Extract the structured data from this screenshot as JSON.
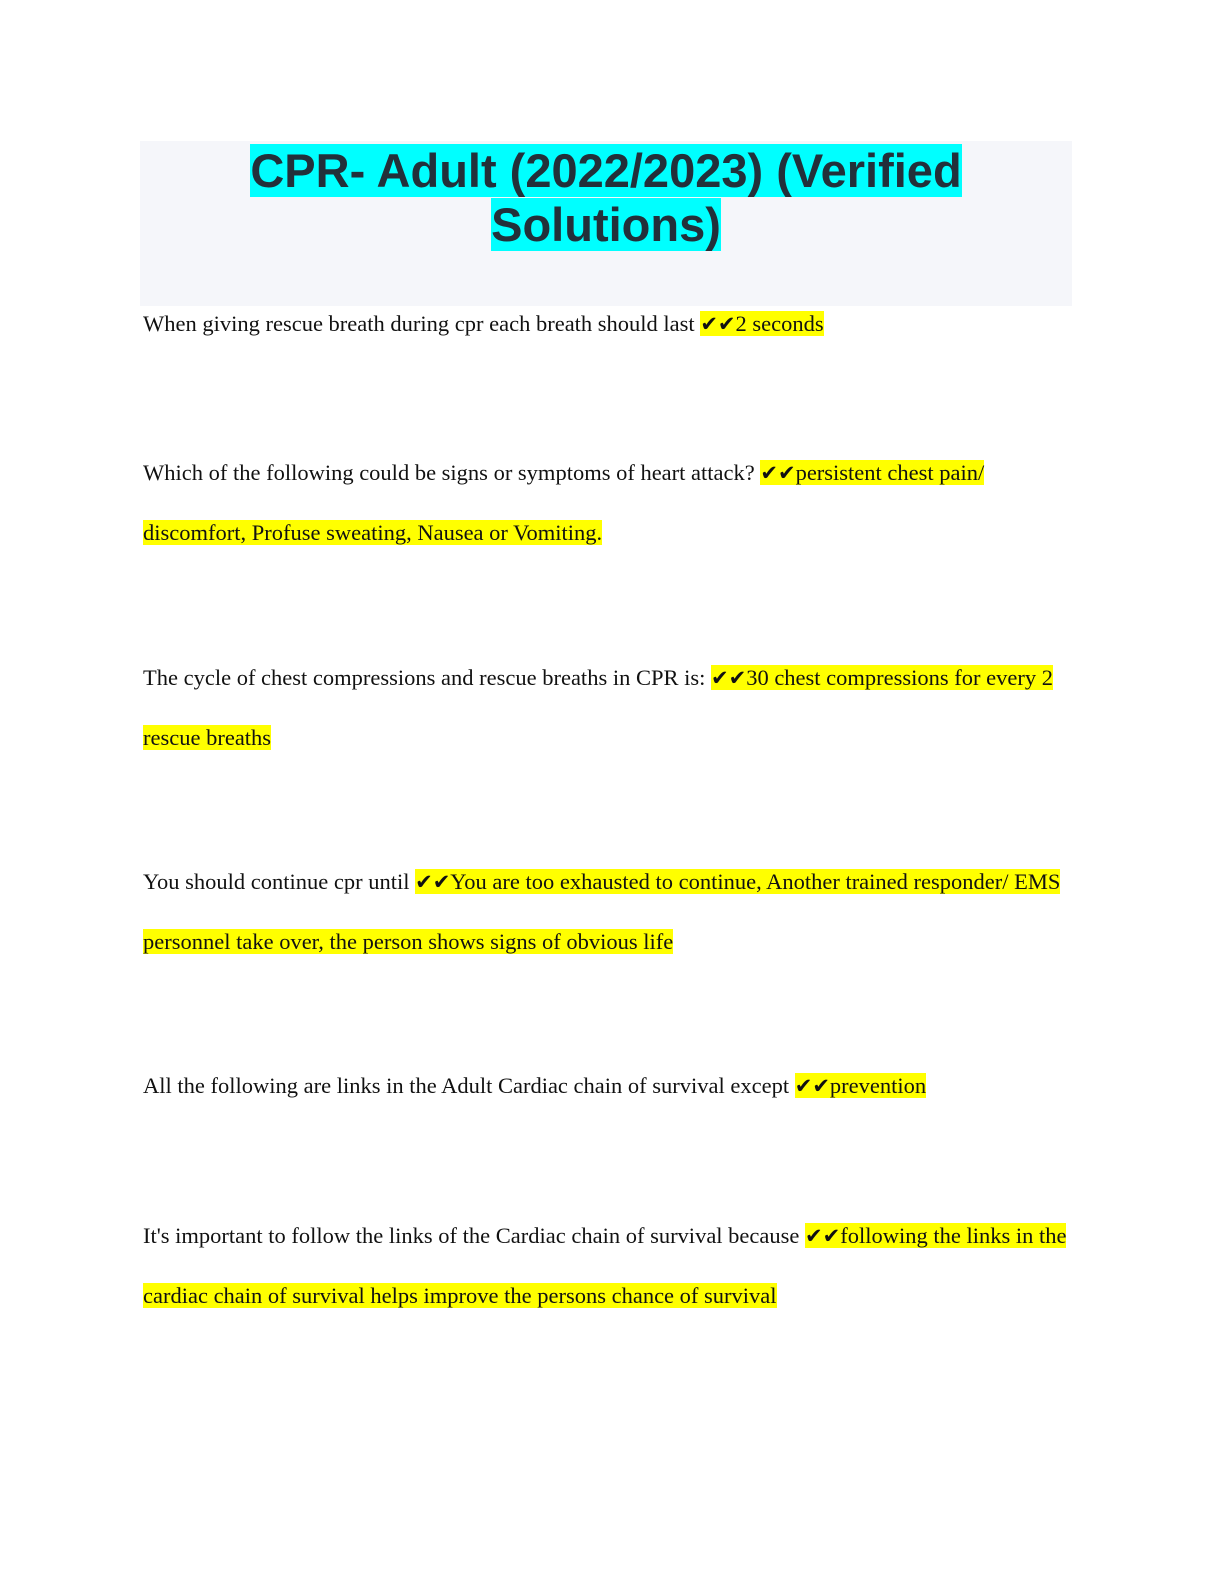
{
  "document": {
    "title": "CPR- Adult (2022/2023) (Verified Solutions)",
    "check_marks": "✔✔",
    "colors": {
      "title_highlight": "#00ffff",
      "answer_highlight": "#ffff00",
      "title_box": "#f5f6fa",
      "title_text": "#22303a"
    },
    "items": [
      {
        "question": " When giving rescue breath during cpr each breath should last ",
        "answer": "2 seconds"
      },
      {
        "question": "Which of the following could be signs or symptoms of heart attack? ",
        "answer": "persistent chest pain/ discomfort, Profuse sweating, Nausea or Vomiting."
      },
      {
        "question": "The cycle of chest compressions and rescue breaths in CPR is: ",
        "answer": "30 chest compressions for every 2 rescue breaths"
      },
      {
        "question": "You should continue cpr until ",
        "answer": "You are too exhausted to continue, Another trained responder/ EMS personnel take over, the person shows signs of obvious life"
      },
      {
        "question": "All the following are links in the Adult Cardiac chain of survival except ",
        "answer": "prevention"
      },
      {
        "question": "It's important to follow the links of the Cardiac chain of survival because ",
        "answer": "following the links in the cardiac chain of survival helps improve the persons chance of survival"
      }
    ]
  }
}
